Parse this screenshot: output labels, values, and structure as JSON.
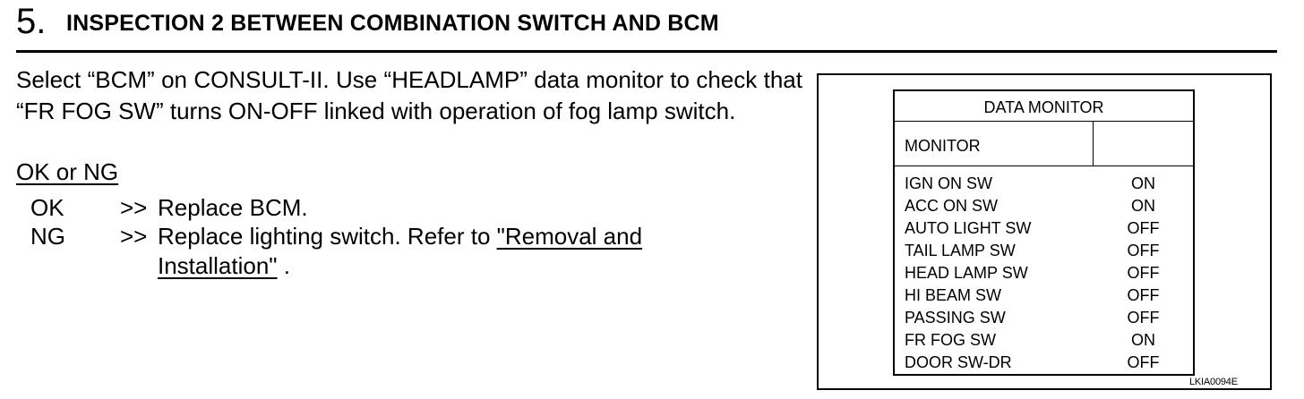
{
  "heading": {
    "number": "5.",
    "title": "INSPECTION 2 BETWEEN COMBINATION SWITCH AND BCM"
  },
  "instruction": "Select “BCM” on CONSULT-II. Use “HEADLAMP” data monitor to check that “FR FOG SW” turns ON-OFF linked with operation of fog lamp switch.",
  "ok_or_ng": "OK or NG",
  "results": {
    "ok": {
      "code": "OK",
      "arrow": ">>",
      "text": "Replace BCM."
    },
    "ng": {
      "code": "NG",
      "arrow": ">>",
      "text": "Replace lighting switch.  Refer to",
      "link_line1": "\"Removal and",
      "link_line2": "Installation\"",
      "trailing": " ."
    }
  },
  "data_monitor": {
    "title": "DATA MONITOR",
    "header_label": "MONITOR",
    "rows": [
      {
        "name": "IGN ON SW",
        "value": "ON"
      },
      {
        "name": "ACC ON SW",
        "value": "ON"
      },
      {
        "name": "AUTO LIGHT SW",
        "value": "OFF"
      },
      {
        "name": "TAIL LAMP SW",
        "value": "OFF"
      },
      {
        "name": "HEAD LAMP SW",
        "value": "OFF"
      },
      {
        "name": "HI BEAM SW",
        "value": "OFF"
      },
      {
        "name": "PASSING SW",
        "value": "OFF"
      },
      {
        "name": "FR FOG SW",
        "value": "ON"
      },
      {
        "name": "DOOR SW-DR",
        "value": "OFF"
      }
    ]
  },
  "figure_id": "LKIA0094E"
}
